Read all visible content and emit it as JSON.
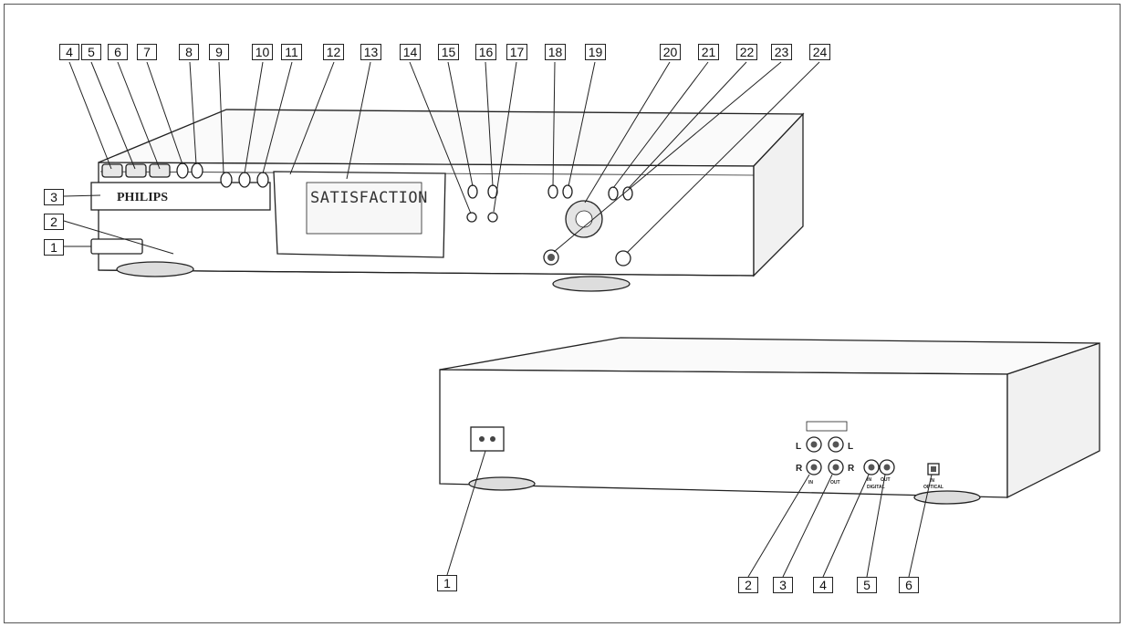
{
  "front": {
    "brand": "PHILIPS",
    "display_text": "SATISFACTION",
    "callouts": [
      "1",
      "2",
      "3",
      "4",
      "5",
      "6",
      "7",
      "8",
      "9",
      "10",
      "11",
      "12",
      "13",
      "14",
      "15",
      "16",
      "17",
      "18",
      "19",
      "20",
      "21",
      "22",
      "23",
      "24"
    ]
  },
  "rear": {
    "callouts": [
      "1",
      "2",
      "3",
      "4",
      "5",
      "6"
    ],
    "jack_labels": {
      "left": "L",
      "right": "R",
      "in": "IN",
      "out": "OUT",
      "digital": "DIGITAL",
      "optical": "OPTICAL"
    }
  }
}
